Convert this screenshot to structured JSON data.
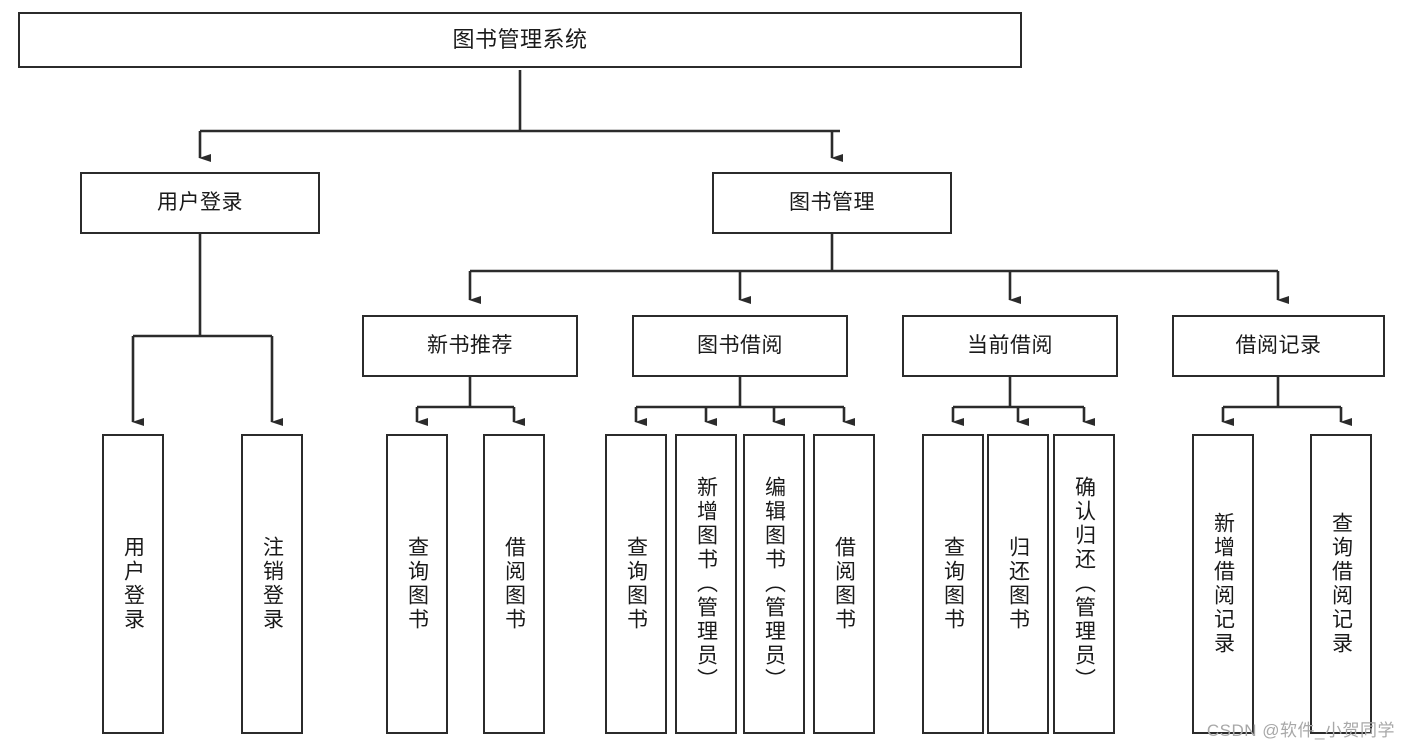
{
  "diagram": {
    "title": "图书管理系统",
    "type": "tree",
    "root": {
      "id": "root",
      "label": "图书管理系统",
      "orientation": "horizontal"
    },
    "level2": [
      {
        "id": "user-login",
        "label": "用户登录",
        "orientation": "horizontal"
      },
      {
        "id": "book-management",
        "label": "图书管理",
        "orientation": "horizontal"
      }
    ],
    "level3": [
      {
        "id": "new-book-recommend",
        "label": "新书推荐",
        "orientation": "horizontal",
        "parent": "book-management"
      },
      {
        "id": "book-borrow",
        "label": "图书借阅",
        "orientation": "horizontal",
        "parent": "book-management"
      },
      {
        "id": "current-borrow",
        "label": "当前借阅",
        "orientation": "horizontal",
        "parent": "book-management"
      },
      {
        "id": "borrow-records",
        "label": "借阅记录",
        "orientation": "horizontal",
        "parent": "book-management"
      }
    ],
    "leaves": [
      {
        "id": "leaf-user-login",
        "label": "用户登录",
        "parent": "user-login"
      },
      {
        "id": "leaf-logout",
        "label": "注销登录",
        "parent": "user-login"
      },
      {
        "id": "leaf-query-books-1",
        "label": "查询图书",
        "parent": "new-book-recommend"
      },
      {
        "id": "leaf-borrow-books-1",
        "label": "借阅图书",
        "parent": "new-book-recommend"
      },
      {
        "id": "leaf-query-books-2",
        "label": "查询图书",
        "parent": "book-borrow"
      },
      {
        "id": "leaf-add-book",
        "label": "新增图书（管理员）",
        "parent": "book-borrow"
      },
      {
        "id": "leaf-edit-book",
        "label": "编辑图书（管理员）",
        "parent": "book-borrow"
      },
      {
        "id": "leaf-borrow-books-2",
        "label": "借阅图书",
        "parent": "book-borrow"
      },
      {
        "id": "leaf-query-books-3",
        "label": "查询图书",
        "parent": "current-borrow"
      },
      {
        "id": "leaf-return-book",
        "label": "归还图书",
        "parent": "current-borrow"
      },
      {
        "id": "leaf-confirm-return",
        "label": "确认归还（管理员）",
        "parent": "current-borrow"
      },
      {
        "id": "leaf-add-record",
        "label": "新增借阅记录",
        "parent": "borrow-records"
      },
      {
        "id": "leaf-query-record",
        "label": "查询借阅记录",
        "parent": "borrow-records"
      }
    ],
    "colors": {
      "stroke": "#2b2b2b",
      "fill": "#ffffff",
      "text": "#1a1a1a",
      "watermark": "#a8a8a8"
    }
  },
  "watermark": {
    "text": "CSDN @软件_小贺同学"
  }
}
